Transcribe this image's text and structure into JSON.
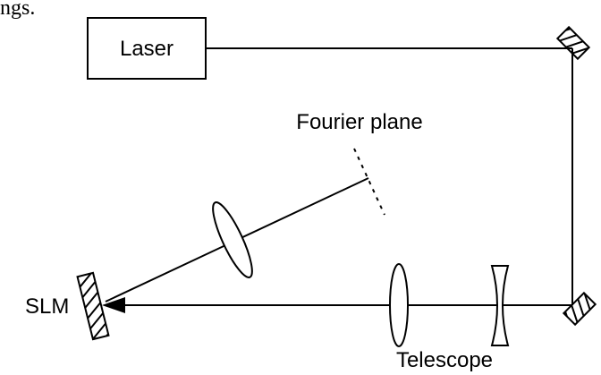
{
  "fragment_top_text": "ngs.",
  "labels": {
    "laser": "Laser",
    "fourier_plane": "Fourier plane",
    "slm": "SLM",
    "telescope": "Telescope"
  },
  "colors": {
    "stroke": "#000000",
    "background": "#ffffff"
  }
}
